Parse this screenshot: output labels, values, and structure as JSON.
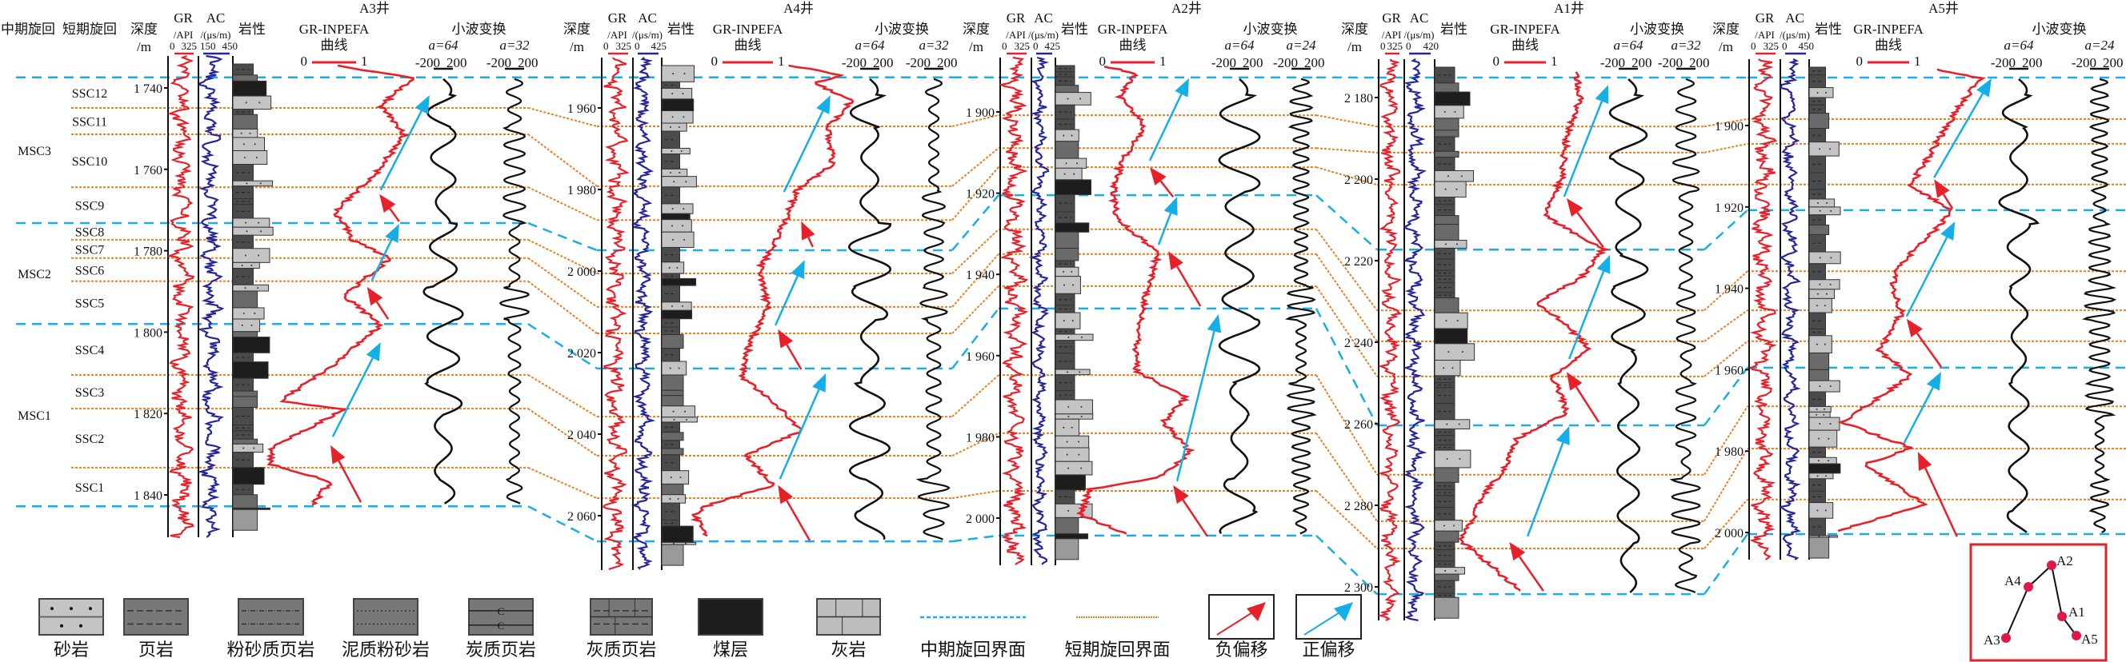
{
  "header": {
    "mid_cycle": "中期旋回",
    "short_cycle": "短期旋回"
  },
  "track_labels": {
    "depth": "深度",
    "depth_unit": "/m",
    "gr": "GR",
    "gr_unit": "/API",
    "ac": "AC",
    "ac_unit": "/(μs/m)",
    "lith": "岩性",
    "inpefa": "GR-INPEFA",
    "inpefa_sub": "曲线",
    "wavelet": "小波变换"
  },
  "msc": [
    "MSC3",
    "MSC2",
    "MSC1"
  ],
  "ssc": [
    "SSC12",
    "SSC11",
    "SSC10",
    "SSC9",
    "SSC8",
    "SSC7",
    "SSC6",
    "SSC5",
    "SSC4",
    "SSC3",
    "SSC2",
    "SSC1"
  ],
  "wells": [
    {
      "name": "A3井",
      "gr_range": [
        "0",
        "325"
      ],
      "ac_range": [
        "150",
        "450"
      ],
      "inpefa_range": [
        "0",
        "1"
      ],
      "wavelets": [
        {
          "label": "a=64",
          "min": "-200",
          "max": "200"
        },
        {
          "label": "a=32",
          "min": "-200",
          "max": "200"
        }
      ],
      "depth_ticks": [
        1740,
        1760,
        1780,
        1800,
        1820,
        1840
      ],
      "depth_labels": [
        "1 740",
        "1 760",
        "1 780",
        "1 800",
        "1 820",
        "1 840"
      ],
      "mid_boundaries_m": [
        1737.4,
        1773.2,
        1798.0,
        1842.8
      ],
      "short_boundaries_m": [
        1744.9,
        1751.4,
        1764.4,
        1777.3,
        1781.8,
        1787.5,
        1810.5,
        1818.8,
        1833.3
      ],
      "inpefa": [
        [
          1734.5,
          0.58
        ],
        [
          1737.6,
          2.31
        ],
        [
          1744.3,
          1.56
        ],
        [
          1751.6,
          2.09
        ],
        [
          1760.8,
          1.47
        ],
        [
          1770.3,
          0.53
        ],
        [
          1777.5,
          0.95
        ],
        [
          1781.7,
          1.78
        ],
        [
          1791.1,
          0.73
        ],
        [
          1798.3,
          1.56
        ],
        [
          1808.6,
          0.42
        ],
        [
          1817.0,
          -0.73
        ],
        [
          1819.0,
          0.73
        ],
        [
          1828.4,
          -0.93
        ],
        [
          1832.5,
          -0.93
        ],
        [
          1836.7,
          0.42
        ],
        [
          1842.4,
          0.0
        ]
      ],
      "arrows": [
        {
          "type": "negative",
          "from": [
            1841.8,
            1.11
          ],
          "to": [
            1827.8,
            0.42
          ]
        },
        {
          "type": "positive",
          "from": [
            1825.7,
            0.47
          ],
          "to": [
            1802.5,
            1.56
          ]
        },
        {
          "type": "negative",
          "from": [
            1796.8,
            1.73
          ],
          "to": [
            1788.9,
            1.25
          ]
        },
        {
          "type": "positive",
          "from": [
            1787.3,
            1.36
          ],
          "to": [
            1773.4,
            1.98
          ]
        },
        {
          "type": "negative",
          "from": [
            1772.8,
            1.98
          ],
          "to": [
            1766.1,
            1.53
          ]
        },
        {
          "type": "positive",
          "from": [
            1765.1,
            1.56
          ],
          "to": [
            1741.8,
            2.67
          ]
        }
      ]
    },
    {
      "name": "A4井",
      "gr_range": [
        "0",
        "325"
      ],
      "ac_range": [
        "0",
        "425"
      ],
      "inpefa_range": [
        "0",
        "1"
      ],
      "wavelets": [
        {
          "label": "a=64",
          "min": "-200",
          "max": "200"
        },
        {
          "label": "a=32",
          "min": "-200",
          "max": "200"
        }
      ],
      "depth_ticks": [
        1960,
        1980,
        2000,
        2020,
        2040,
        2060
      ],
      "depth_labels": [
        "1 960",
        "1 980",
        "2 000",
        "2 020",
        "2 040",
        "2 060"
      ],
      "mid_boundaries_m": [
        1952.5,
        1994.9,
        2023.9,
        2066.3
      ],
      "short_boundaries_m": [
        1964.5,
        1979.2,
        1987.5,
        2000.6,
        2008.8,
        2015.3,
        2035.7,
        2045.3,
        2055.7
      ],
      "inpefa": [
        [
          1949.6,
          1.37
        ],
        [
          1952.0,
          2.37
        ],
        [
          1953.7,
          1.83
        ],
        [
          1958.4,
          2.56
        ],
        [
          1964.5,
          2.1
        ],
        [
          1973.9,
          2.19
        ],
        [
          1980.2,
          1.46
        ],
        [
          1987.5,
          1.27
        ],
        [
          1999.8,
          0.73
        ],
        [
          2009.0,
          0.9
        ],
        [
          2017.5,
          0.54
        ],
        [
          2025.7,
          0.37
        ],
        [
          2032.0,
          1.0
        ],
        [
          2039.2,
          1.56
        ],
        [
          2045.3,
          0.46
        ],
        [
          2052.5,
          1.0
        ],
        [
          2057.8,
          -0.37
        ],
        [
          2059.8,
          -0.57
        ],
        [
          2064.9,
          -0.3
        ]
      ],
      "arrows": [
        {
          "type": "negative",
          "from": [
            2066.1,
            1.73
          ],
          "to": [
            2052.5,
            1.1
          ]
        },
        {
          "type": "positive",
          "from": [
            2051.0,
            1.14
          ],
          "to": [
            2025.1,
            2.05
          ]
        },
        {
          "type": "negative",
          "from": [
            2024.1,
            1.56
          ],
          "to": [
            2014.3,
            1.1
          ]
        },
        {
          "type": "positive",
          "from": [
            2013.3,
            1.05
          ],
          "to": [
            1997.3,
            1.63
          ]
        },
        {
          "type": "negative",
          "from": [
            1994.1,
            1.79
          ],
          "to": [
            1987.8,
            1.56
          ]
        },
        {
          "type": "positive",
          "from": [
            1980.6,
            1.22
          ],
          "to": [
            1956.9,
            2.14
          ]
        }
      ]
    },
    {
      "name": "A2井",
      "gr_range": [
        "0",
        "325"
      ],
      "ac_range": [
        "0",
        "425"
      ],
      "inpefa_range": [
        "0",
        "1"
      ],
      "wavelets": [
        {
          "label": "a=64",
          "min": "-200",
          "max": "200"
        },
        {
          "label": "a=24",
          "min": "-200",
          "max": "200"
        }
      ],
      "depth_ticks": [
        1900,
        1920,
        1940,
        1960,
        1980,
        2000
      ],
      "depth_labels": [
        "1 900",
        "1 920",
        "1 940",
        "1 960",
        "1 980",
        "2 000"
      ],
      "mid_boundaries_m": [
        1891.5,
        1920.5,
        1948.4,
        2004.3
      ],
      "short_boundaries_m": [
        1900.8,
        1908.9,
        1913.6,
        1928.9,
        1935.0,
        1942.9,
        1964.8,
        1979.1,
        1993.3
      ],
      "inpefa": [
        [
          1888.8,
          -0.11
        ],
        [
          1890.6,
          0.58
        ],
        [
          1896.3,
          0.22
        ],
        [
          1903.5,
          0.78
        ],
        [
          1912.0,
          0.25
        ],
        [
          1920.3,
          0.05
        ],
        [
          1926.6,
          0.16
        ],
        [
          1934.8,
          1.09
        ],
        [
          1945.3,
          0.78
        ],
        [
          1957.7,
          0.58
        ],
        [
          1964.0,
          0.58
        ],
        [
          1970.1,
          1.73
        ],
        [
          1976.4,
          1.2
        ],
        [
          1983.7,
          1.82
        ],
        [
          1990.0,
          1.09
        ],
        [
          1992.9,
          -0.47
        ],
        [
          1999.2,
          -0.67
        ],
        [
          2003.9,
          0.36
        ]
      ],
      "arrows": [
        {
          "type": "negative",
          "from": [
            2004.5,
            2.2
          ],
          "to": [
            1991.9,
            1.42
          ]
        },
        {
          "type": "positive",
          "from": [
            1990.9,
            1.51
          ],
          "to": [
            1949.8,
            2.45
          ]
        },
        {
          "type": "negative",
          "from": [
            1947.8,
            2.04
          ],
          "to": [
            1934.3,
            1.31
          ]
        },
        {
          "type": "positive",
          "from": [
            1932.7,
            1.09
          ],
          "to": [
            1920.9,
            1.51
          ]
        },
        {
          "type": "negative",
          "from": [
            1920.9,
            1.42
          ],
          "to": [
            1913.6,
            0.89
          ]
        },
        {
          "type": "positive",
          "from": [
            1912.0,
            0.89
          ],
          "to": [
            1891.7,
            1.78
          ]
        }
      ]
    },
    {
      "name": "A1井",
      "gr_range": [
        "0",
        "325"
      ],
      "ac_range": [
        "0",
        "420"
      ],
      "inpefa_range": [
        "0",
        "1"
      ],
      "wavelets": [
        {
          "label": "a=64",
          "min": "-200",
          "max": "200"
        },
        {
          "label": "a=32",
          "min": "-200",
          "max": "200"
        }
      ],
      "depth_ticks": [
        2180,
        2200,
        2220,
        2240,
        2260,
        2280,
        2300
      ],
      "depth_labels": [
        "2 180",
        "2 200",
        "2 220",
        "2 240",
        "2 260",
        "2 280",
        "2 300"
      ],
      "mid_boundaries_m": [
        2175.1,
        2217.3,
        2260.4,
        2301.8
      ],
      "short_boundaries_m": [
        2187.1,
        2193.5,
        2201.4,
        2232.2,
        2239.8,
        2248.4,
        2272.5,
        2283.9,
        2290.6
      ],
      "inpefa": [
        [
          2173.7,
          1.71
        ],
        [
          2179.8,
          1.83
        ],
        [
          2189.2,
          1.5
        ],
        [
          2199.6,
          1.38
        ],
        [
          2208.8,
          0.94
        ],
        [
          2217.3,
          2.38
        ],
        [
          2224.3,
          1.83
        ],
        [
          2230.6,
          0.73
        ],
        [
          2234.7,
          1.38
        ],
        [
          2241.6,
          2.06
        ],
        [
          2248.2,
          1.17
        ],
        [
          2257.5,
          1.5
        ],
        [
          2263.7,
          0.29
        ],
        [
          2270.0,
          0.06
        ],
        [
          2277.3,
          -0.48
        ],
        [
          2288.6,
          -1.04
        ],
        [
          2301.0,
          0.38
        ]
      ],
      "arrows": [
        {
          "type": "negative",
          "from": [
            2301.0,
            0.94
          ],
          "to": [
            2289.0,
            0.12
          ]
        },
        {
          "type": "positive",
          "from": [
            2287.6,
            0.56
          ],
          "to": [
            2260.6,
            1.56
          ]
        },
        {
          "type": "negative",
          "from": [
            2259.6,
            2.27
          ],
          "to": [
            2247.3,
            1.5
          ]
        },
        {
          "type": "positive",
          "from": [
            2244.1,
            1.56
          ],
          "to": [
            2218.6,
            2.54
          ]
        },
        {
          "type": "negative",
          "from": [
            2216.7,
            2.38
          ],
          "to": [
            2204.7,
            1.5
          ]
        },
        {
          "type": "positive",
          "from": [
            2204.3,
            1.44
          ],
          "to": [
            2176.9,
            2.5
          ]
        }
      ]
    },
    {
      "name": "A5井",
      "gr_range": [
        "0",
        "325"
      ],
      "ac_range": [
        "0",
        "450"
      ],
      "inpefa_range": [
        "0",
        "1"
      ],
      "wavelets": [
        {
          "label": "a=64",
          "min": "-200",
          "max": "200"
        },
        {
          "label": "a=24",
          "min": "-200",
          "max": "200"
        }
      ],
      "depth_ticks": [
        1900,
        1920,
        1940,
        1960,
        1980,
        2000
      ],
      "depth_labels": [
        "1 900",
        "1 920",
        "1 940",
        "1 960",
        "1 980",
        "2 000"
      ],
      "mid_boundaries_m": [
        1888.2,
        1920.8,
        1959.5,
        2000.4
      ],
      "short_boundaries_m": [
        1898.4,
        1904.5,
        1914.5,
        1935.8,
        1945.4,
        1953.0,
        1969.0,
        1979.4,
        1991.9
      ],
      "inpefa": [
        [
          1886.2,
          1.6
        ],
        [
          1888.4,
          2.71
        ],
        [
          1896.1,
          2.15
        ],
        [
          1914.7,
          1.04
        ],
        [
          1921.0,
          2.04
        ],
        [
          1928.3,
          1.38
        ],
        [
          1934.6,
          0.71
        ],
        [
          1940.7,
          0.6
        ],
        [
          1946.0,
          0.83
        ],
        [
          1955.2,
          0.27
        ],
        [
          1961.5,
          1.04
        ],
        [
          1972.9,
          -0.62
        ],
        [
          1979.2,
          1.04
        ],
        [
          1983.3,
          -0.06
        ],
        [
          1993.1,
          1.38
        ],
        [
          1999.6,
          -0.71
        ]
      ],
      "arrows": [
        {
          "type": "negative",
          "from": [
            2001.0,
            2.15
          ],
          "to": [
            1980.2,
            1.21
          ]
        },
        {
          "type": "positive",
          "from": [
            1978.0,
            0.88
          ],
          "to": [
            1960.5,
            1.77
          ]
        },
        {
          "type": "negative",
          "from": [
            1959.3,
            1.77
          ],
          "to": [
            1947.5,
            0.94
          ]
        },
        {
          "type": "positive",
          "from": [
            1946.9,
            0.94
          ],
          "to": [
            1923.6,
            2.1
          ]
        },
        {
          "type": "negative",
          "from": [
            1920.4,
            2.04
          ],
          "to": [
            1913.2,
            1.6
          ]
        },
        {
          "type": "positive",
          "from": [
            1912.8,
            1.6
          ],
          "to": [
            1888.4,
            2.98
          ]
        }
      ]
    }
  ],
  "legend": [
    {
      "key": "sandstone",
      "label": "砂岩"
    },
    {
      "key": "shale",
      "label": "页岩"
    },
    {
      "key": "silty-shale",
      "label": "粉砂质页岩"
    },
    {
      "key": "muddy-siltstone",
      "label": "泥质粉砂岩"
    },
    {
      "key": "carbonaceous-shale",
      "label": "炭质页岩",
      "glyph": "C"
    },
    {
      "key": "calcareous-shale",
      "label": "灰质页岩"
    },
    {
      "key": "coal",
      "label": "煤层"
    },
    {
      "key": "limestone",
      "label": "灰岩"
    },
    {
      "key": "mid-cycle-boundary",
      "label": "中期旋回界面"
    },
    {
      "key": "short-cycle-boundary",
      "label": "短期旋回界面"
    },
    {
      "key": "negative-shift",
      "label": "负偏移"
    },
    {
      "key": "positive-shift",
      "label": "正偏移"
    }
  ],
  "location_map": {
    "wells": [
      "A3",
      "A4",
      "A2",
      "A1",
      "A5"
    ]
  },
  "colors": {
    "gr": "#e8202a",
    "ac": "#26259a",
    "inpefa": "#e8202a",
    "mid_boundary": "#1aaee6",
    "short_boundary": "#e8801f",
    "negative": "#e8202a",
    "positive": "#16aee8",
    "sand": "#c4c4c4",
    "shale": "#4b4b4b",
    "coal": "#1f1c1d",
    "map_border": "#d9252c",
    "map_point": "#e0194a"
  }
}
